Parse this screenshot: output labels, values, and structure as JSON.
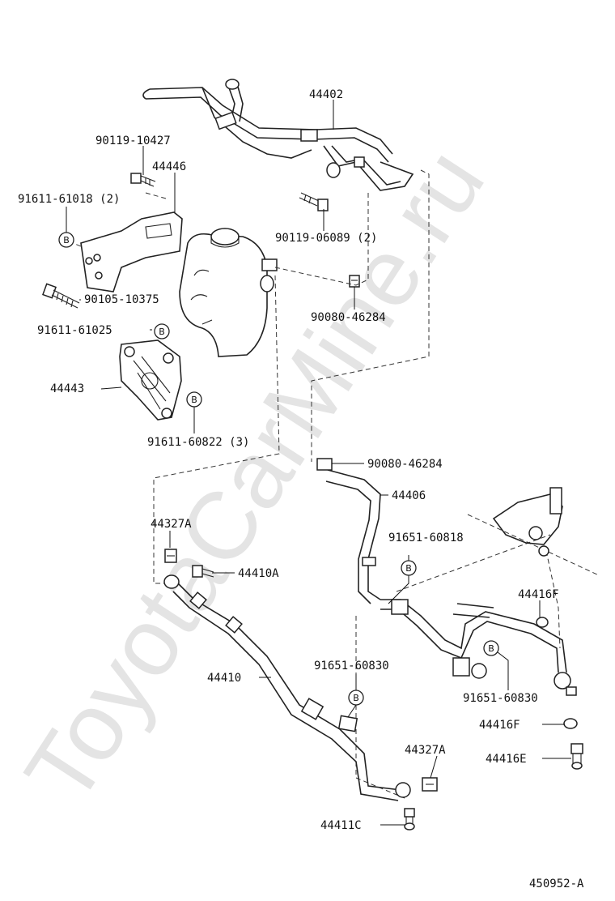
{
  "watermark": "ToyotaCarMine.ru",
  "diagram_id": "450952-A",
  "marker": "B",
  "labels": {
    "p44402": "44402",
    "p90119_10427": "90119-10427",
    "p44446": "44446",
    "p91611_61018": "91611-61018 (2)",
    "p90119_06089": "90119-06089 (2)",
    "p90105_10375": "90105-10375",
    "p90080_46284_top": "90080-46284",
    "p91611_61025": "91611-61025",
    "p44443": "44443",
    "p91611_60822": "91611-60822 (3)",
    "p90080_46284_mid": "90080-46284",
    "p44406": "44406",
    "p44327A_top": "44327A",
    "p91651_60818": "91651-60818",
    "p44410A": "44410A",
    "p44416F_top": "44416F",
    "p44410": "44410",
    "p91651_60830_left": "91651-60830",
    "p91651_60830_right": "91651-60830",
    "p44416F_bottom": "44416F",
    "p44327A_bottom": "44327A",
    "p44416E": "44416E",
    "p44411C": "44411C"
  }
}
